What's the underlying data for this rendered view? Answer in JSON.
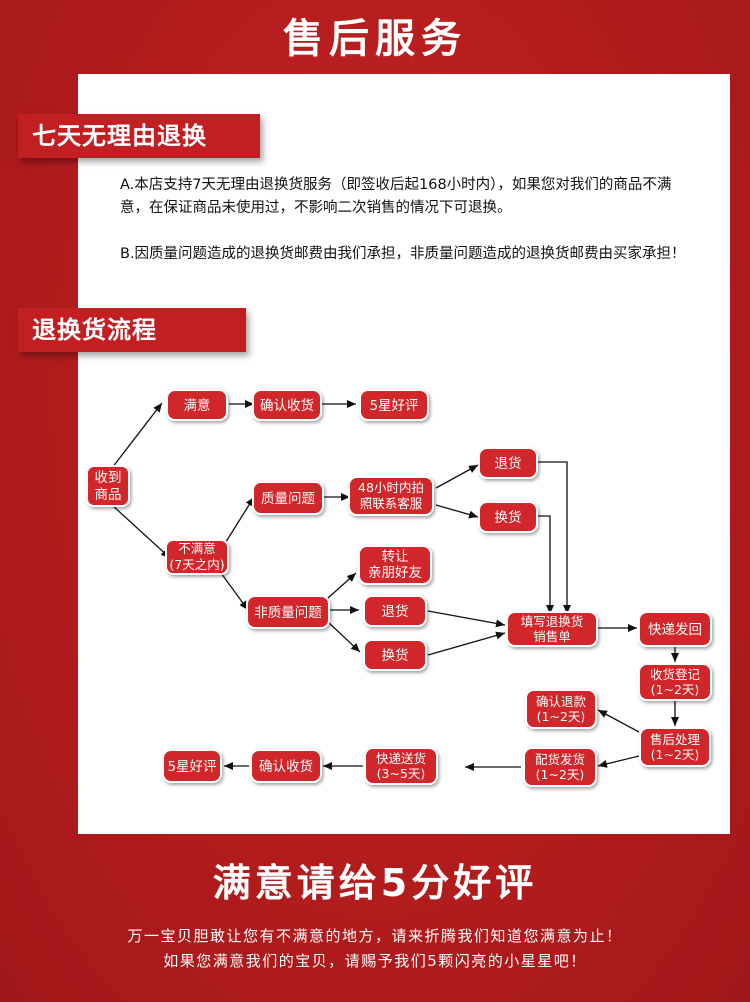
{
  "page": {
    "title": "售后服务"
  },
  "section1": {
    "title": "七天无理由退换",
    "para_a": "A.本店支持7天无理由退换货服务（即签收后起168小时内），如果您对我们的商品不满意，在保证商品未使用过，不影响二次销售的情况下可退换。",
    "para_b": "B.因质量问题造成的退换货邮费由我们承担，非质量问题造成的退换货邮费由买家承担！"
  },
  "section2": {
    "title": "退换货流程"
  },
  "flow": {
    "received_l1": "收到",
    "received_l2": "商品",
    "satisfied": "满意",
    "confirm_receipt_top": "确认收货",
    "five_star_top": "5星好评",
    "unsatisfied_l1": "不满意",
    "unsatisfied_l2": "(7天之内)",
    "quality_issue": "质量问题",
    "contact_l1": "48小时内拍",
    "contact_l2": "照联系客服",
    "return_1": "退货",
    "exchange_1": "换货",
    "non_quality_issue": "非质量问题",
    "transfer_l1": "转让",
    "transfer_l2": "亲朋好友",
    "return_2": "退货",
    "exchange_2": "换货",
    "fill_form_l1": "填写退换货",
    "fill_form_l2": "销售单",
    "express_return": "快递发回",
    "receive_reg_l1": "收货登记",
    "receive_reg_l2": "(1~2天)",
    "after_sales_l1": "售后处理",
    "after_sales_l2": "(1~2天)",
    "confirm_refund_l1": "确认退款",
    "confirm_refund_l2": "(1~2天)",
    "ship_goods_l1": "配货发货",
    "ship_goods_l2": "(1~2天)",
    "express_send_l1": "快递送货",
    "express_send_l2": "(3~5天)",
    "confirm_receipt_bottom": "确认收货",
    "five_star_bottom": "5星好评"
  },
  "footer": {
    "title": "满意请给5分好评",
    "line1": "万一宝贝胆敢让您有不满意的地方，请来折腾我们知道您满意为止！",
    "line2": "如果您满意我们的宝贝，请赐予我们5颗闪亮的小星星吧！"
  }
}
